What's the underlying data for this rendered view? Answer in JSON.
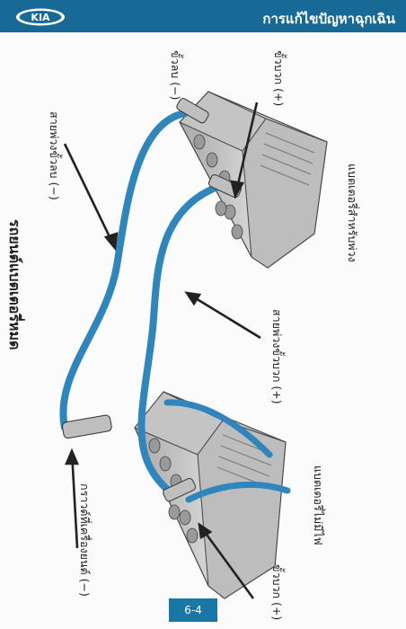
{
  "header": {
    "logo_text": "KIA",
    "section_title": "การแก้ไขปัญหาฉุกเฉิน"
  },
  "diagram": {
    "title": "รถยนต์แบตเตอรี่หมด",
    "labels": {
      "donor_battery": "แบตเตอรี่สำหรับพ่วง",
      "dead_battery": "แบตเตอรี่ไม่มีไฟ",
      "positive_terminal_donor": "ขั้วบวก (+)",
      "negative_terminal_donor": "ขั้วลบ (−)",
      "positive_terminal_dead": "ขั้วบวก (+)",
      "negative_cable": "สายพ่วงขั้วลบ (−)",
      "positive_cable": "สายพ่วงขั้วบวก (+)",
      "engine_ground": "กราวด์ที่เครื่องยนต์ (−)"
    }
  },
  "footer": {
    "page_number": "6-4"
  },
  "colors": {
    "header": "#176a96",
    "cable": "#2f86bd",
    "battery": "#c9c9c9"
  }
}
